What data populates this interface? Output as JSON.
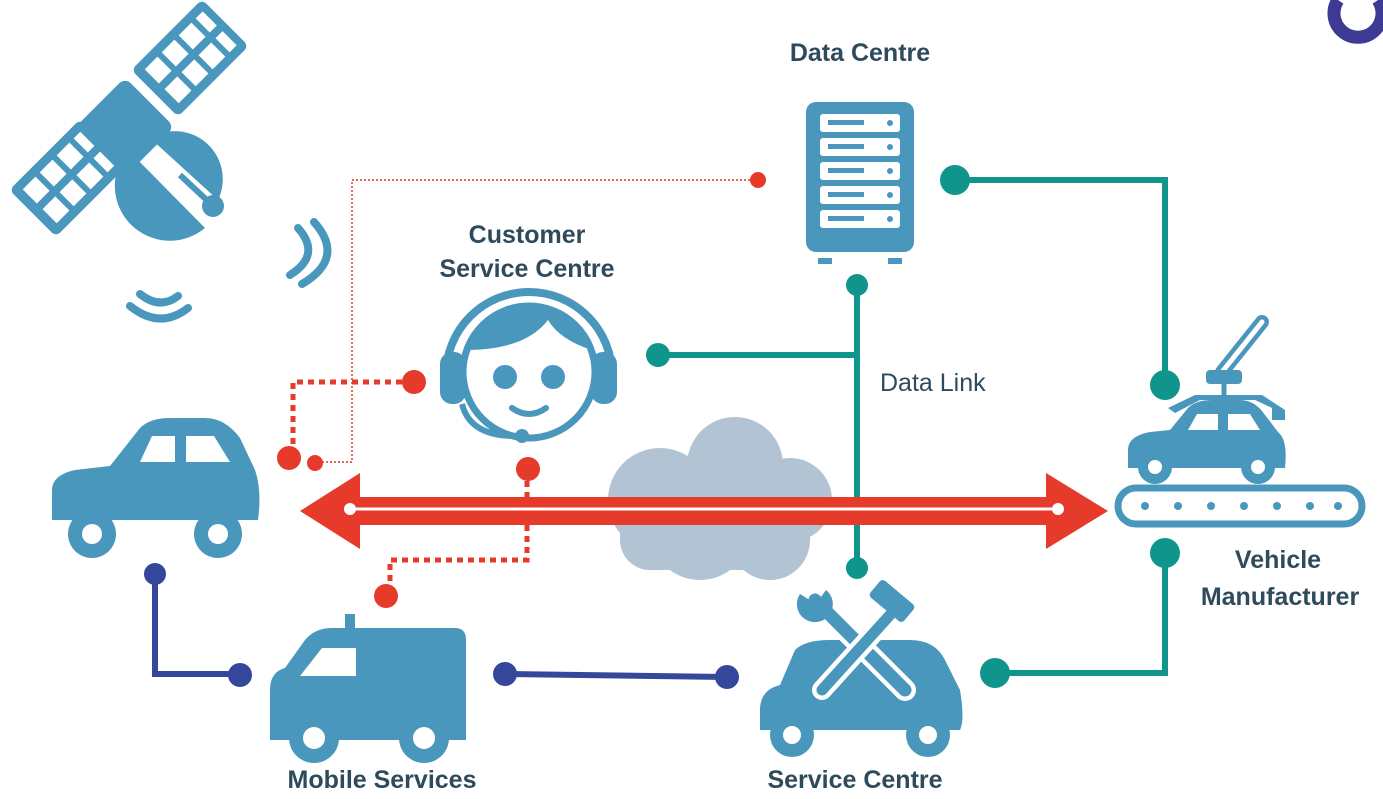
{
  "labels": {
    "data_centre": "Data Centre",
    "customer_service_line1": "Customer",
    "customer_service_line2": "Service Centre",
    "data_link": "Data Link",
    "vehicle_manufacturer_line1": "Vehicle",
    "vehicle_manufacturer_line2": "Manufacturer",
    "mobile_services": "Mobile Services",
    "service_centre": "Service Centre"
  },
  "icons": {
    "satellite": "satellite-icon",
    "data_centre": "server-rack-icon",
    "customer_service": "headset-agent-icon",
    "car": "car-icon",
    "cloud": "cloud-icon",
    "vehicle_manufacturer": "assembly-line-icon",
    "mobile_services": "van-icon",
    "service_centre": "repair-car-icon"
  },
  "colors": {
    "icon_blue": "#4a97bd",
    "teal": "#0f958c",
    "red": "#e63a2a",
    "navy": "#34479a",
    "cloud": "#b2c3d4",
    "text": "#2e4a5b",
    "logo": "#3d3a95"
  }
}
